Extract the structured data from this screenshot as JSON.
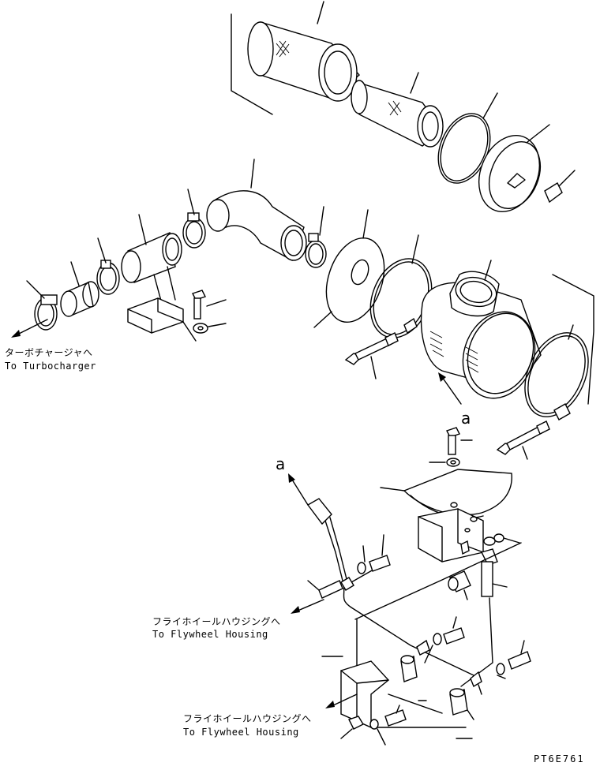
{
  "labels": {
    "turbo_jp": "ターボチャージャへ",
    "turbo_en": "To Turbocharger",
    "flywheel1_jp": "フライホイールハウジングへ",
    "flywheel1_en": "To Flywheel Housing",
    "flywheel2_jp": "フライホイールハウジングへ",
    "flywheel2_en": "To Flywheel Housing",
    "ref_a_1": "a",
    "ref_a_2": "a",
    "drawing_code": "PT6E761"
  }
}
